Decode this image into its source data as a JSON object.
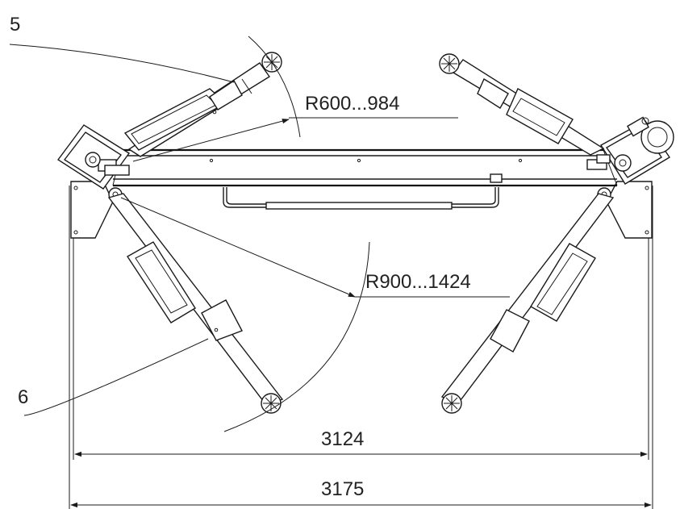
{
  "labels": {
    "part_5": "5",
    "part_6": "6",
    "radius_short_arm": "R600...984",
    "radius_long_arm": "R900...1424",
    "dim_inner_width": "3124",
    "dim_outer_width": "3175"
  }
}
